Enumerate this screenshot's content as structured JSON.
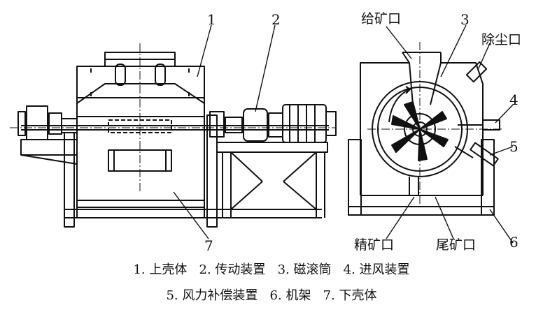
{
  "callouts": {
    "n1": "1",
    "n2": "2",
    "n3": "3",
    "n4": "4",
    "n5": "5",
    "n6": "6",
    "n7": "7"
  },
  "labels": {
    "feed_port": "给矿口",
    "dust_port": "除尘口",
    "concentrate_port": "精矿口",
    "tailings_port": "尾矿口"
  },
  "caption": {
    "line1": "1. 上壳体   2. 传动装置   3. 磁滚筒   4. 进风装置",
    "line2": "5. 风力补偿装置   6. 机架   7. 下壳体"
  },
  "colors": {
    "line": "#111111",
    "background": "#ffffff"
  }
}
